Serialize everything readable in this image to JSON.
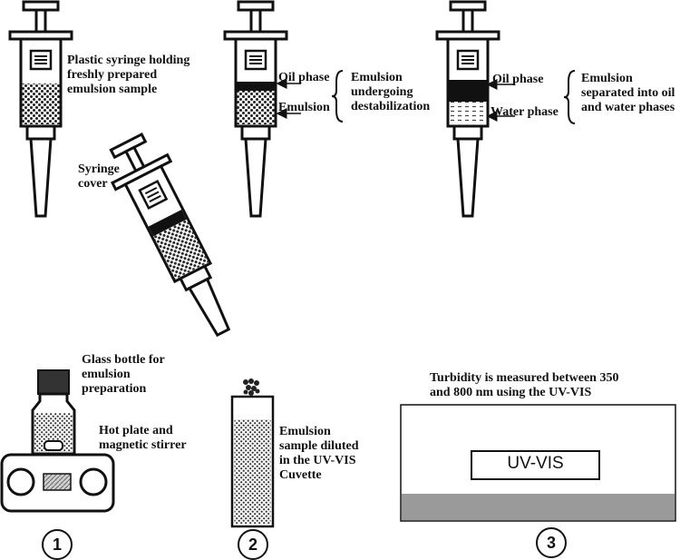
{
  "syringe1": {
    "label_lines": [
      "Plastic syringe holding",
      "freshly prepared",
      "emulsion sample"
    ],
    "cover_lines": [
      "Syringe",
      "cover"
    ]
  },
  "syringe2": {
    "oil_label": "Oil phase",
    "emulsion_label": "Emulsion",
    "state_lines": [
      "Emulsion",
      "undergoing",
      "destabilization"
    ]
  },
  "syringe3": {
    "oil_label": "Oil phase",
    "water_label": "Water phase",
    "state_lines": [
      "Emulsion",
      "separated into oil",
      "and water phases"
    ]
  },
  "step1": {
    "number": "1",
    "bottle_lines": [
      "Glass bottle for",
      "emulsion",
      "preparation"
    ],
    "stirrer_lines": [
      "Hot plate and",
      "magnetic stirrer"
    ]
  },
  "step2": {
    "number": "2",
    "cuvette_lines": [
      "Emulsion",
      "sample diluted",
      "in the UV-VIS",
      "Cuvette"
    ]
  },
  "step3": {
    "number": "3",
    "turbidity_lines": [
      "Turbidity is measured between 350",
      "and 800 nm using the UV-VIS"
    ],
    "instrument_label": "UV-VIS"
  }
}
